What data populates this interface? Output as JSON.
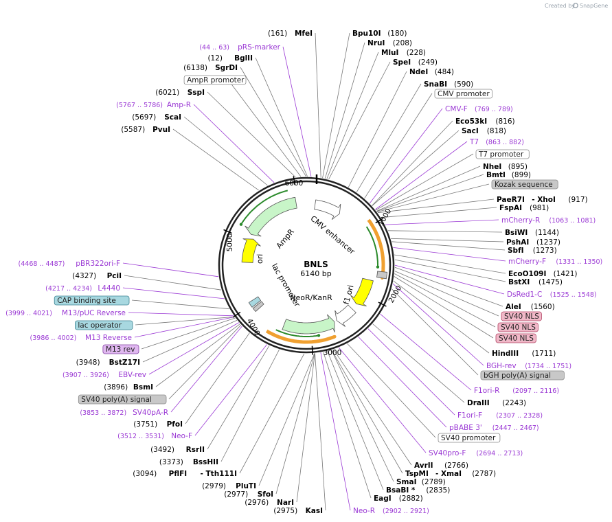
{
  "credit": {
    "prefix": "Created by",
    "brand": "SnapGene"
  },
  "plasmid": {
    "name": "BNLS",
    "length_label": "6140 bp"
  },
  "ticks": [
    "1000",
    "2000",
    "3000",
    "4000",
    "5000",
    "6000"
  ],
  "features": {
    "cmv": "CMV enhancer",
    "ampr": "AmpR",
    "ori": "ori",
    "lac": "lac promoter",
    "neo": "NeoR/KanR",
    "f1": "f1 ori"
  },
  "labels": [
    {
      "style": "enz",
      "pos": "(161)",
      "name": "MfeI",
      "side": "L"
    },
    {
      "style": "enz",
      "pos": "(180)",
      "name": "Bpu10I",
      "side": "R"
    },
    {
      "style": "enz",
      "pos": "(208)",
      "name": "NruI",
      "side": "R"
    },
    {
      "style": "enz",
      "pos": "(228)",
      "name": "MluI",
      "side": "R"
    },
    {
      "style": "enz",
      "pos": "(249)",
      "name": "SpeI",
      "side": "R"
    },
    {
      "style": "enz",
      "pos": "(484)",
      "name": "NdeI",
      "side": "R"
    },
    {
      "style": "enz",
      "pos": "(590)",
      "name": "SnaBI",
      "side": "R"
    },
    {
      "style": "box",
      "name": "CMV promoter"
    },
    {
      "style": "primer",
      "name": "CMV-F",
      "pos": "(769 .. 789)",
      "side": "R"
    },
    {
      "style": "enz",
      "pos": "(816)",
      "name": "Eco53kI",
      "side": "R"
    },
    {
      "style": "enz",
      "pos": "(818)",
      "name": "SacI",
      "side": "R"
    },
    {
      "style": "primer",
      "name": "T7",
      "pos": "(863 .. 882)",
      "side": "R"
    },
    {
      "style": "box",
      "name": "T7 promoter"
    },
    {
      "style": "enz",
      "pos": "(895)",
      "name": "NheI",
      "side": "R"
    },
    {
      "style": "enz",
      "pos": "(899)",
      "name": "BmtI",
      "side": "R"
    },
    {
      "style": "grey",
      "name": "Kozak sequence"
    },
    {
      "style": "enz",
      "pos": "(917)",
      "name": "PaeR7I",
      "extra": "- XhoI",
      "side": "R"
    },
    {
      "style": "enz",
      "pos": "(981)",
      "name": "FspAI",
      "side": "R"
    },
    {
      "style": "primer",
      "name": "mCherry-R",
      "pos": "(1063 .. 1081)",
      "side": "R"
    },
    {
      "style": "enz",
      "pos": "(1144)",
      "name": "BsiWI",
      "side": "R"
    },
    {
      "style": "enz",
      "pos": "(1237)",
      "name": "PshAI",
      "side": "R"
    },
    {
      "style": "enz",
      "pos": "(1273)",
      "name": "SbfI",
      "side": "R"
    },
    {
      "style": "primer",
      "name": "mCherry-F",
      "pos": "(1331 .. 1350)",
      "side": "R"
    },
    {
      "style": "enz",
      "pos": "(1421)",
      "name": "EcoO109I",
      "side": "R"
    },
    {
      "style": "enz",
      "pos": "(1475)",
      "name": "BstXI",
      "side": "R"
    },
    {
      "style": "primer",
      "name": "DsRed1-C",
      "pos": "(1525 .. 1548)",
      "side": "R"
    },
    {
      "style": "enz",
      "pos": "(1560)",
      "name": "AleI",
      "side": "R"
    },
    {
      "style": "pink",
      "name": "SV40 NLS"
    },
    {
      "style": "pink",
      "name": "SV40 NLS"
    },
    {
      "style": "pink",
      "name": "SV40 NLS"
    },
    {
      "style": "enz",
      "pos": "(1711)",
      "name": "HindIII",
      "side": "R"
    },
    {
      "style": "primer",
      "name": "BGH-rev",
      "pos": "(1734 .. 1751)",
      "side": "R"
    },
    {
      "style": "grey",
      "name": "bGH poly(A) signal"
    },
    {
      "style": "primer",
      "name": "F1ori-R",
      "pos": "(2097 .. 2116)",
      "side": "R"
    },
    {
      "style": "enz",
      "pos": "(2243)",
      "name": "DraIII",
      "side": "R"
    },
    {
      "style": "primer",
      "name": "F1ori-F",
      "pos": "(2307 .. 2328)",
      "side": "R"
    },
    {
      "style": "primer",
      "name": "pBABE 3'",
      "pos": "(2447 .. 2467)",
      "side": "R"
    },
    {
      "style": "box",
      "name": "SV40 promoter"
    },
    {
      "style": "primer",
      "name": "SV40pro-F",
      "pos": "(2694 .. 2713)",
      "side": "R"
    },
    {
      "style": "enz",
      "pos": "(2766)",
      "name": "AvrII",
      "side": "R"
    },
    {
      "style": "enz",
      "pos": "(2787)",
      "name": "TspMI",
      "extra": "- XmaI",
      "side": "R"
    },
    {
      "style": "enz",
      "pos": "(2789)",
      "name": "SmaI",
      "side": "R"
    },
    {
      "style": "enz",
      "pos": "(2835)",
      "name": "BsaBI *",
      "side": "R"
    },
    {
      "style": "enz",
      "pos": "(2882)",
      "name": "EagI",
      "side": "R"
    },
    {
      "style": "primer",
      "name": "Neo-R",
      "pos": "(2902 .. 2921)",
      "side": "R"
    },
    {
      "style": "enz",
      "pos": "(2975)",
      "name": "KasI",
      "side": "L"
    },
    {
      "style": "enz",
      "pos": "(2976)",
      "name": "NarI",
      "side": "L"
    },
    {
      "style": "enz",
      "pos": "(2977)",
      "name": "SfoI",
      "side": "L"
    },
    {
      "style": "enz",
      "pos": "(2979)",
      "name": "PluTI",
      "side": "L"
    },
    {
      "style": "enz",
      "pos": "(3094)",
      "name": "PflFI",
      "extra": "- Tth111I",
      "side": "L"
    },
    {
      "style": "enz",
      "pos": "(3373)",
      "name": "BssHII",
      "side": "L"
    },
    {
      "style": "enz",
      "pos": "(3492)",
      "name": "RsrII",
      "side": "L"
    },
    {
      "style": "primer",
      "name": "Neo-F",
      "pos": "(3512 .. 3531)",
      "side": "L"
    },
    {
      "style": "enz",
      "pos": "(3751)",
      "name": "PfoI",
      "side": "L"
    },
    {
      "style": "primer",
      "name": "SV40pA-R",
      "pos": "(3853 .. 3872)",
      "side": "L"
    },
    {
      "style": "grey",
      "name": "SV40 poly(A) signal"
    },
    {
      "style": "enz",
      "pos": "(3896)",
      "name": "BsmI",
      "side": "L"
    },
    {
      "style": "primer",
      "name": "EBV-rev",
      "pos": "(3907 .. 3926)",
      "side": "L"
    },
    {
      "style": "enz",
      "pos": "(3948)",
      "name": "BstZ17I",
      "side": "L"
    },
    {
      "style": "violet",
      "name": "M13 rev"
    },
    {
      "style": "primer",
      "name": "M13 Reverse",
      "pos": "(3986 .. 4002)",
      "side": "L"
    },
    {
      "style": "teal",
      "name": "lac operator"
    },
    {
      "style": "primer",
      "name": "M13/pUC Reverse",
      "pos": "(3999 .. 4021)",
      "side": "L"
    },
    {
      "style": "teal",
      "name": "CAP binding site"
    },
    {
      "style": "primer",
      "name": "L4440",
      "pos": "(4217 .. 4234)",
      "side": "L"
    },
    {
      "style": "enz",
      "pos": "(4327)",
      "name": "PciI",
      "side": "L"
    },
    {
      "style": "primer",
      "name": "pBR322ori-F",
      "pos": "(4468 .. 4487)",
      "side": "L"
    },
    {
      "style": "enz",
      "pos": "(5587)",
      "name": "PvuI",
      "side": "L"
    },
    {
      "style": "enz",
      "pos": "(5697)",
      "name": "ScaI",
      "side": "L"
    },
    {
      "style": "primer",
      "name": "Amp-R",
      "pos": "(5767 .. 5786)",
      "side": "L"
    },
    {
      "style": "enz",
      "pos": "(6021)",
      "name": "SspI",
      "side": "L"
    },
    {
      "style": "box",
      "name": "AmpR promoter"
    },
    {
      "style": "enz",
      "pos": "(6138)",
      "name": "SgrDI",
      "side": "L"
    },
    {
      "style": "enz",
      "pos": "(12)",
      "name": "BglII",
      "side": "L"
    },
    {
      "style": "primer",
      "name": "pRS-marker",
      "pos": "(44 .. 63)",
      "side": "L"
    }
  ],
  "colors": {
    "primer": "#9a38d4",
    "feature_green": "#c8f5c8",
    "feature_yellow": "#ffff00",
    "orange": "#f0a030",
    "grey_box": "#c8c8c8",
    "pink_box": "#f0b8c8",
    "teal_box": "#a8d8e0",
    "violet_box": "#e0b8f0"
  }
}
